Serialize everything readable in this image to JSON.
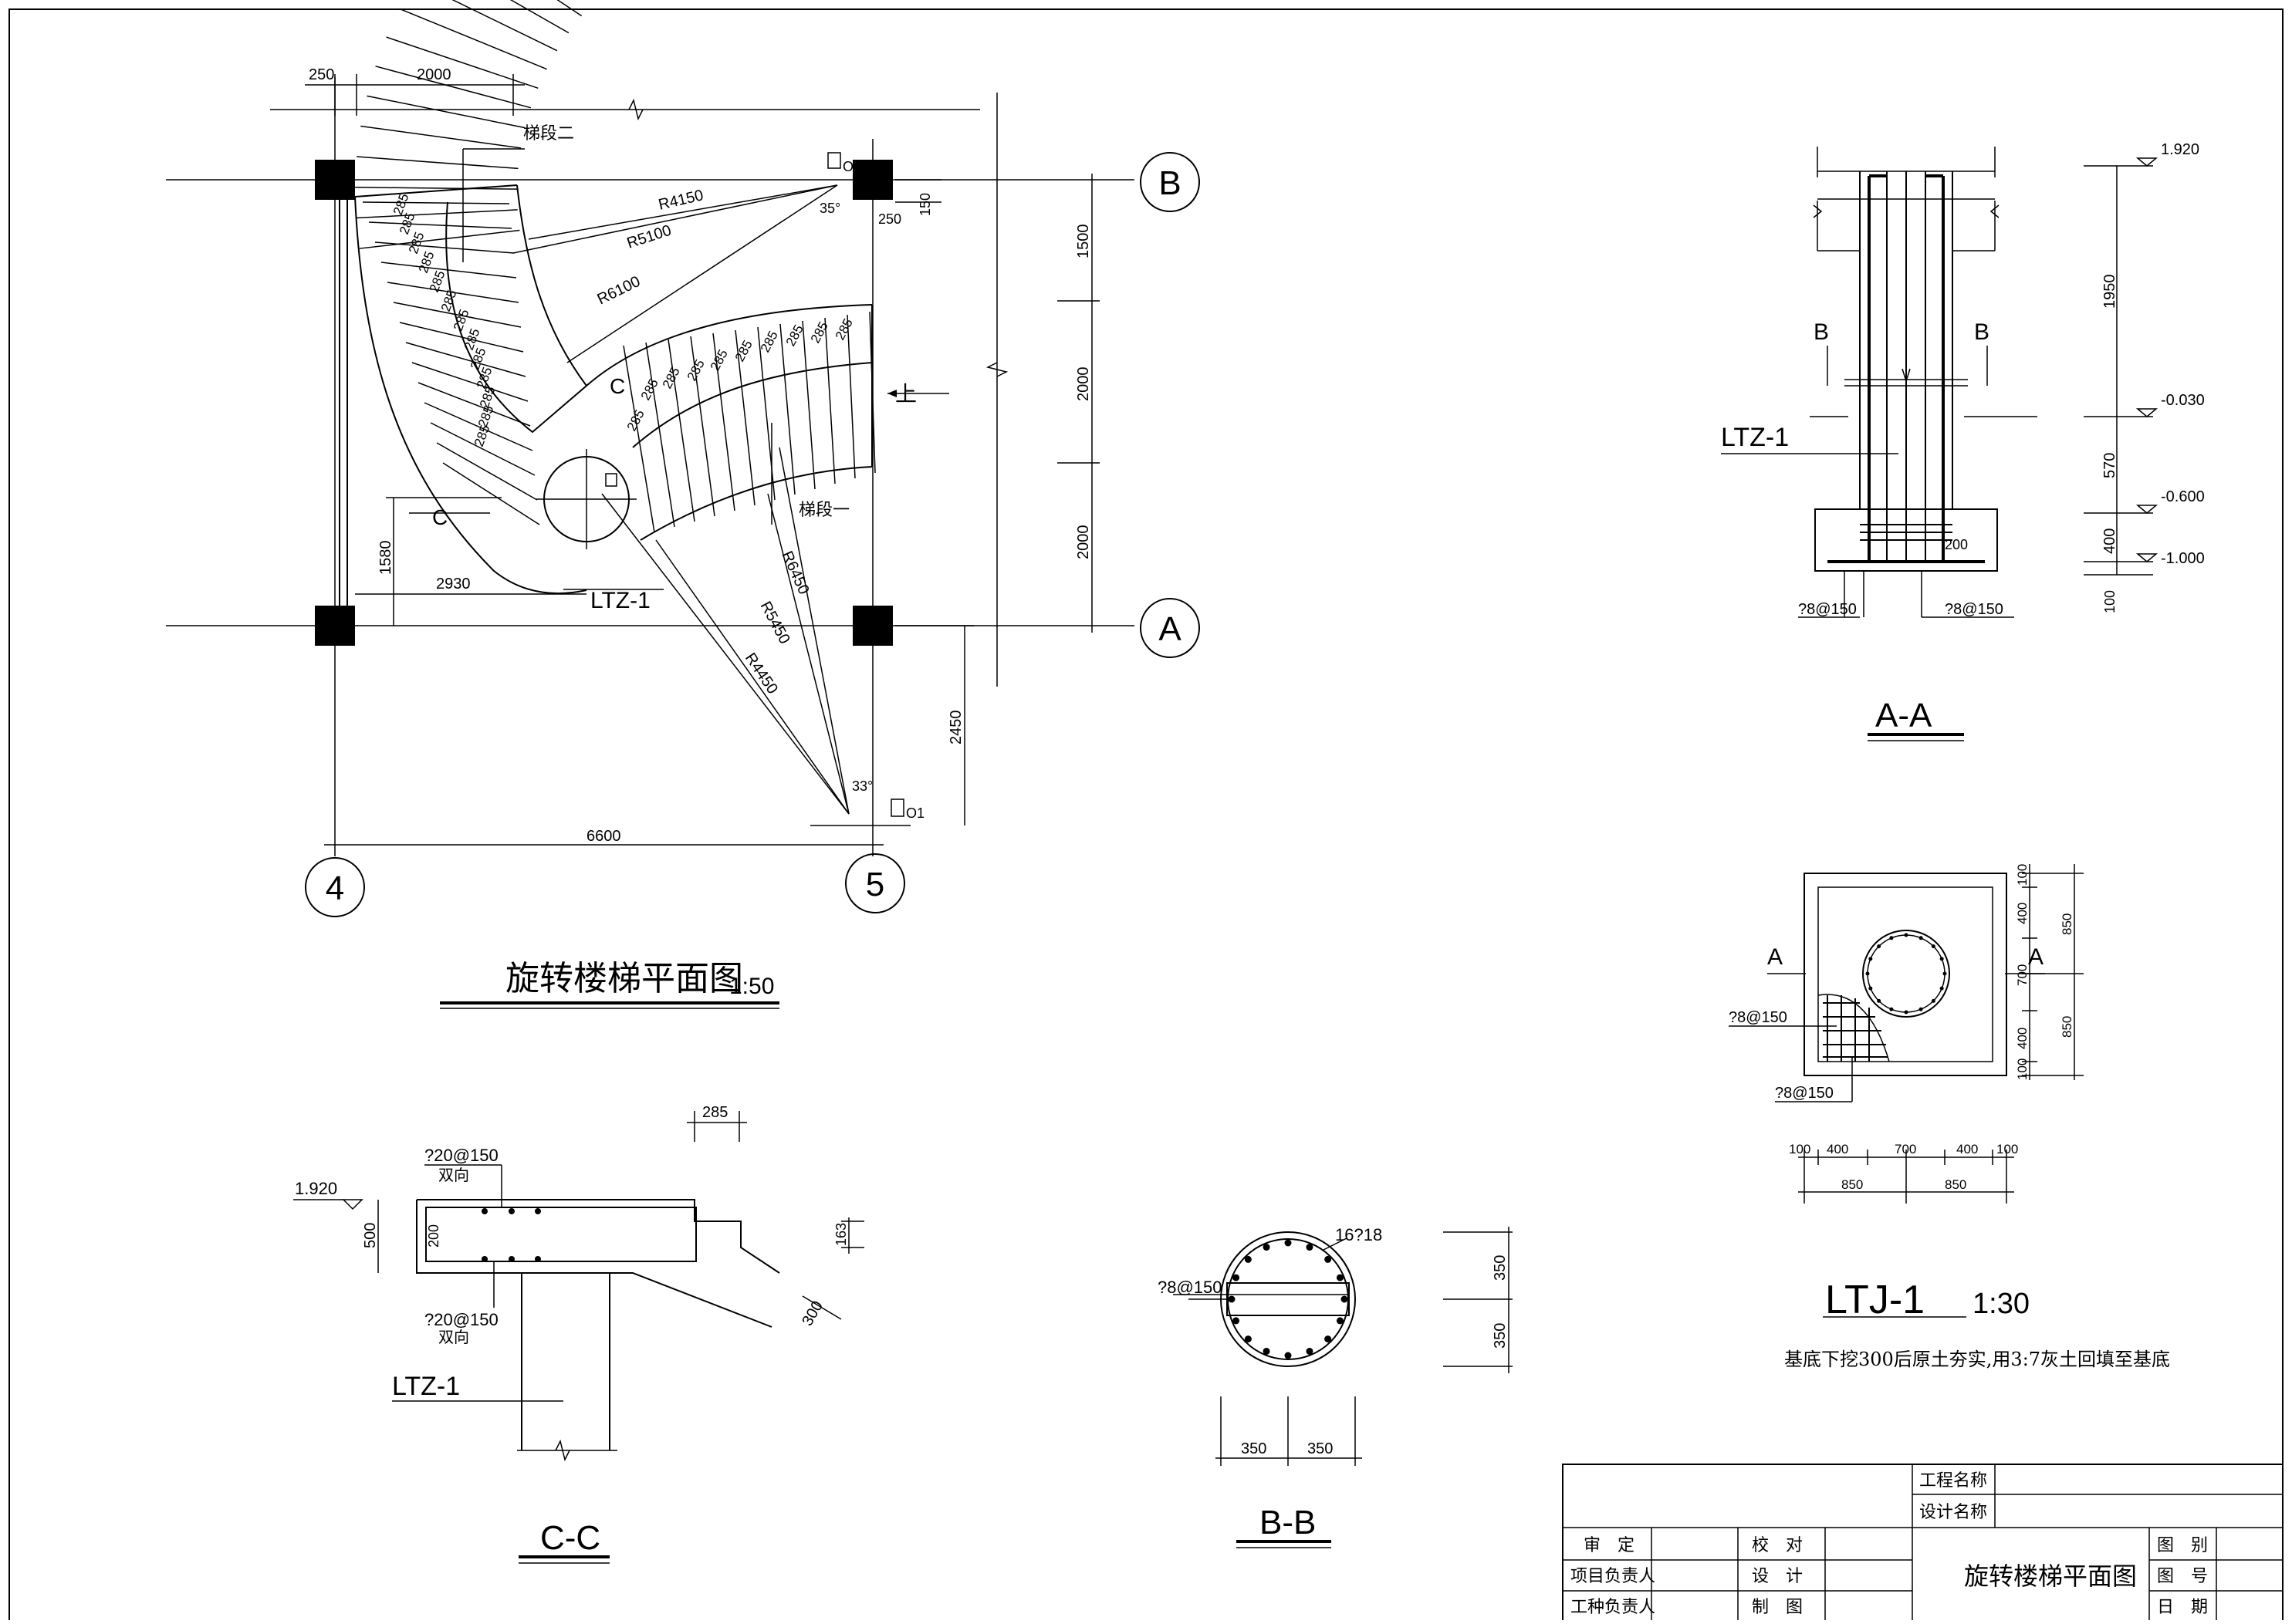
{
  "plan": {
    "title": "旋转楼梯平面图",
    "scale": "1:50",
    "grid_b": "B",
    "grid_a": "A",
    "grid_4": "4",
    "grid_5": "5",
    "dim_top_250": "250",
    "dim_top_2000": "2000",
    "dim_150": "150",
    "dim_250b": "250",
    "dim_1500": "1500",
    "dim_2000a": "2000",
    "dim_2000b": "2000",
    "dim_1580": "1580",
    "dim_2930": "2930",
    "dim_2450": "2450",
    "dim_6600": "6600",
    "r4150": "R4150",
    "r5100": "R5100",
    "r6100": "R6100",
    "r6450": "R6450",
    "r5450": "R5450",
    "r4450": "R4450",
    "label_seg2": "梯段二",
    "label_seg1": "梯段一",
    "label_up": "上",
    "label_ltz": "LTZ-1",
    "label_c1": "C",
    "label_c2": "C",
    "label_o1": "O1",
    "label_o2": "O2",
    "angle_35": "35°",
    "angle_33": "33°",
    "tread": "285"
  },
  "section_aa": {
    "title": "A-A",
    "b_left": "B",
    "b_right": "B",
    "ltz": "LTZ-1",
    "dim_200": "200",
    "rebar_left": "?8@150",
    "rebar_right": "?8@150",
    "elev_1920": "1.920",
    "elev_m030": "-0.030",
    "elev_m600": "-0.600",
    "elev_m1000": "-1.000",
    "dim_1950": "1950",
    "dim_570": "570",
    "dim_400": "400",
    "dim_100": "100"
  },
  "ltj": {
    "title": "LTJ-1",
    "scale": "1:30",
    "note": "基底下挖300后原土夯实,用3:7灰土回填至基底",
    "a_left": "A",
    "a_right": "A",
    "rebar_1": "?8@150",
    "rebar_2": "?8@150",
    "v100a": "100",
    "v400a": "400",
    "v700": "700",
    "v400b": "400",
    "v100b": "100",
    "v850a": "850",
    "v850b": "850",
    "h100a": "100",
    "h400a": "400",
    "h700": "700",
    "h400b": "400",
    "h100b": "100",
    "h850a": "850",
    "h850b": "850"
  },
  "section_cc": {
    "title": "C-C",
    "elev": "1.920",
    "top_rebar": "?20@150",
    "top_note": "双向",
    "bottom_rebar": "?20@150",
    "bottom_note": "双向",
    "dim_500": "500",
    "dim_200": "200",
    "dim_285": "285",
    "dim_163": "163",
    "dim_300": "300",
    "ltz": "LTZ-1"
  },
  "section_bb": {
    "title": "B-B",
    "rebar_main": "16?18",
    "rebar_stirrup": "?8@150",
    "dim_350a": "350",
    "dim_350b": "350",
    "dim_350c": "350",
    "dim_350d": "350"
  },
  "title_block": {
    "project_name": "工程名称",
    "design_name": "设计名称",
    "row1_a": "审　定",
    "row1_b": "校　对",
    "row2_a": "项目负责人",
    "row2_b": "设　计",
    "row3_a": "工种负责人",
    "row3_b": "制　图",
    "drawing_title": "旋转楼梯平面图",
    "r1": "图　别",
    "r2": "图　号",
    "r3": "日　期"
  }
}
